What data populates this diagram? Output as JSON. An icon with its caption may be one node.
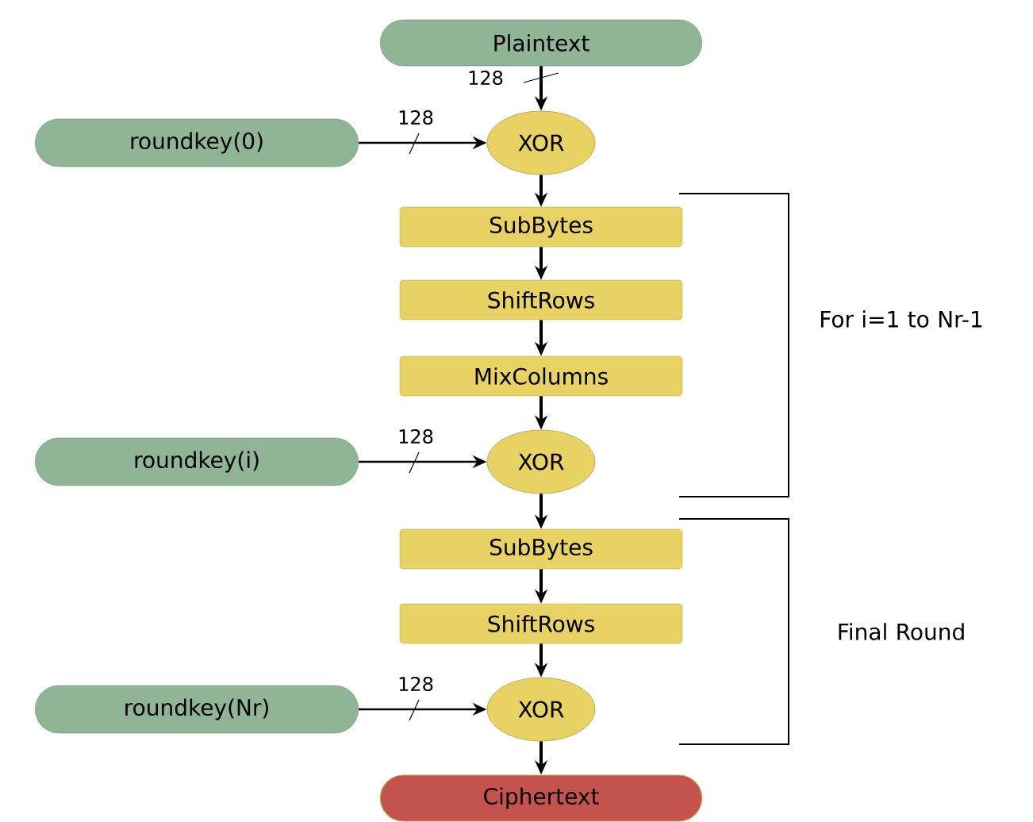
{
  "diagram": {
    "nodes": [
      {
        "text": [
          "Plaintext"
        ]
      },
      {
        "text": [
          "roundkey(0)"
        ]
      },
      {
        "text": [
          "XOR"
        ]
      },
      {
        "text": [
          "SubBytes"
        ]
      },
      {
        "text": [
          "ShiftRows"
        ]
      },
      {
        "text": [
          "MixColumns"
        ]
      },
      {
        "text": [
          "roundkey(i)"
        ]
      },
      {
        "text": [
          "XOR"
        ]
      },
      {
        "text": [
          "SubBytes"
        ]
      },
      {
        "text": [
          "ShiftRows"
        ]
      },
      {
        "text": [
          "roundkey(Nr)"
        ]
      },
      {
        "text": [
          "XOR"
        ]
      },
      {
        "text": [
          "Ciphertext"
        ]
      }
    ],
    "edges": [
      {
        "from": 0,
        "to": 2,
        "arrow": "to",
        "label": "128"
      },
      {
        "from": 1,
        "to": 2,
        "arrow": "to",
        "label": "128"
      },
      {
        "from": 2,
        "to": 3,
        "arrow": "to"
      },
      {
        "from": 3,
        "to": 4,
        "arrow": "to"
      },
      {
        "from": 4,
        "to": 5,
        "arrow": "to"
      },
      {
        "from": 5,
        "to": 7,
        "arrow": "to"
      },
      {
        "from": 6,
        "to": 7,
        "arrow": "to",
        "label": "128"
      },
      {
        "from": 7,
        "to": 8,
        "arrow": "to"
      },
      {
        "from": 8,
        "to": 9,
        "arrow": "to"
      },
      {
        "from": 9,
        "to": 11,
        "arrow": "to"
      },
      {
        "from": 10,
        "to": 11,
        "arrow": "to",
        "label": "128"
      },
      {
        "from": 11,
        "to": 12,
        "arrow": "to"
      }
    ],
    "labels": [
      "For i=1 to Nr-1",
      "Final Round"
    ]
  }
}
